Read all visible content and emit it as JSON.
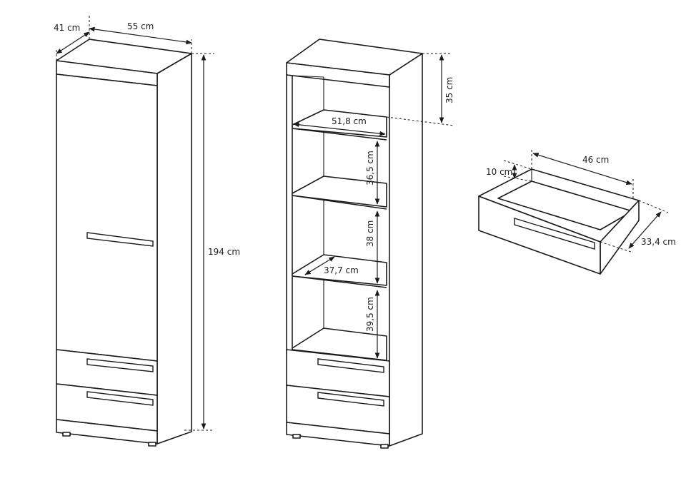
{
  "left_cabinet": {
    "depth_label": "41 cm",
    "width_label": "55 cm",
    "height_label": "194 cm"
  },
  "middle_cabinet": {
    "top_section_label": "35 cm",
    "shelf_width_label": "51,8 cm",
    "shelf_gap_1_label": "36,5 cm",
    "shelf_gap_2_label": "38 cm",
    "shelf_depth_label": "37,7 cm",
    "shelf_gap_3_label": "39,5 cm"
  },
  "drawer": {
    "width_label": "46 cm",
    "height_label": "10 cm",
    "depth_label": "33,4 cm"
  }
}
